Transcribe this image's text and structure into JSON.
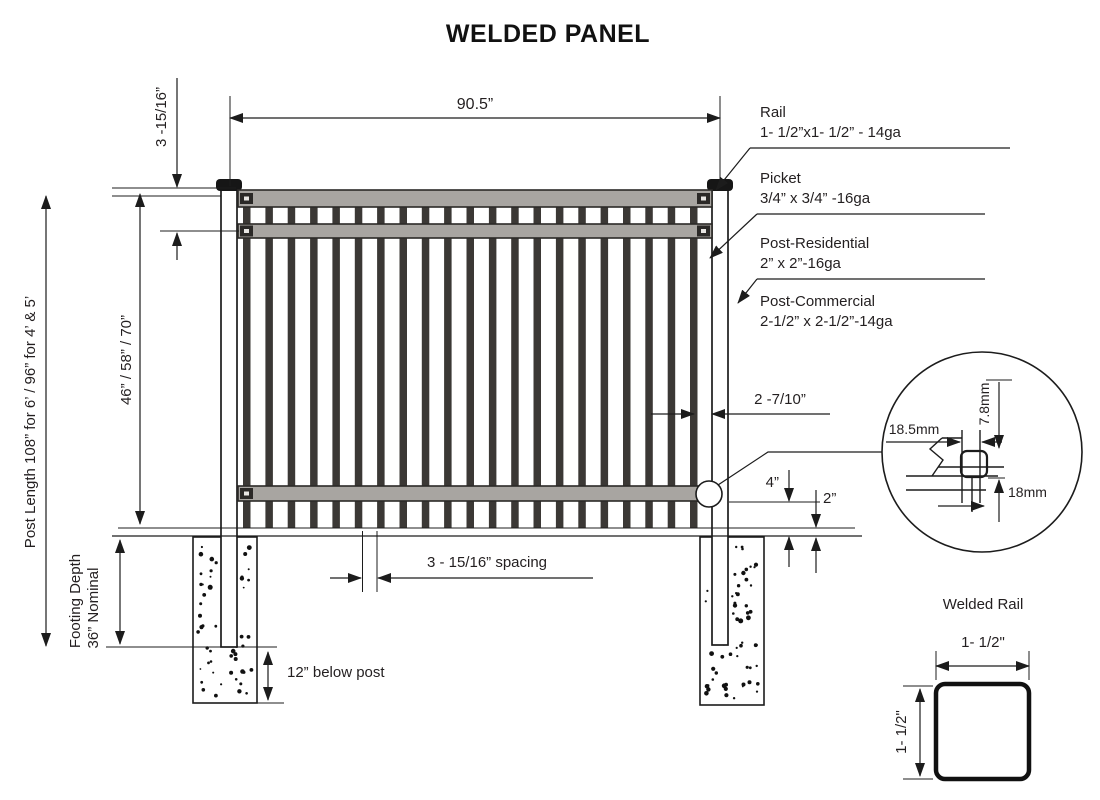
{
  "title": "WELDED PANEL",
  "colors": {
    "rail_fill": "#a8a5a1",
    "rail_stroke": "#2b2927",
    "picket": "#3b3835",
    "line": "#1c1c1c",
    "background": "#ffffff"
  },
  "panel": {
    "picket_count": 21
  },
  "dims": {
    "panel_width": "90.5”",
    "rail_inset": "3 -15/16”",
    "panel_heights": "46” / 58” / 70”",
    "post_length": "Post Length 108” for 6’ / 96” for 4’ & 5’",
    "footing_depth_line1": "Footing Depth",
    "footing_depth_line2": "36” Nominal",
    "below_post": "12” below post",
    "picket_spacing": "3 - 15/16” spacing",
    "picket_to_post": "2 -7/10”",
    "rail_to_ground": "4”",
    "picket_to_ground": "2”"
  },
  "callouts": [
    {
      "label": "Rail",
      "spec": "1- 1/2”x1- 1/2” - 14ga"
    },
    {
      "label": "Picket",
      "spec": "3/4” x 3/4” -16ga"
    },
    {
      "label": "Post-Residential",
      "spec": "2” x 2”-16ga"
    },
    {
      "label": "Post-Commercial",
      "spec": "2-1/2” x 2-1/2”-14ga"
    }
  ],
  "detail": {
    "width_mm": "18.5mm",
    "height_mm": "7.8mm",
    "depth_mm": "18mm"
  },
  "welded_rail": {
    "title": "Welded Rail",
    "width": "1- 1/2\"",
    "height": "1- 1/2\""
  }
}
